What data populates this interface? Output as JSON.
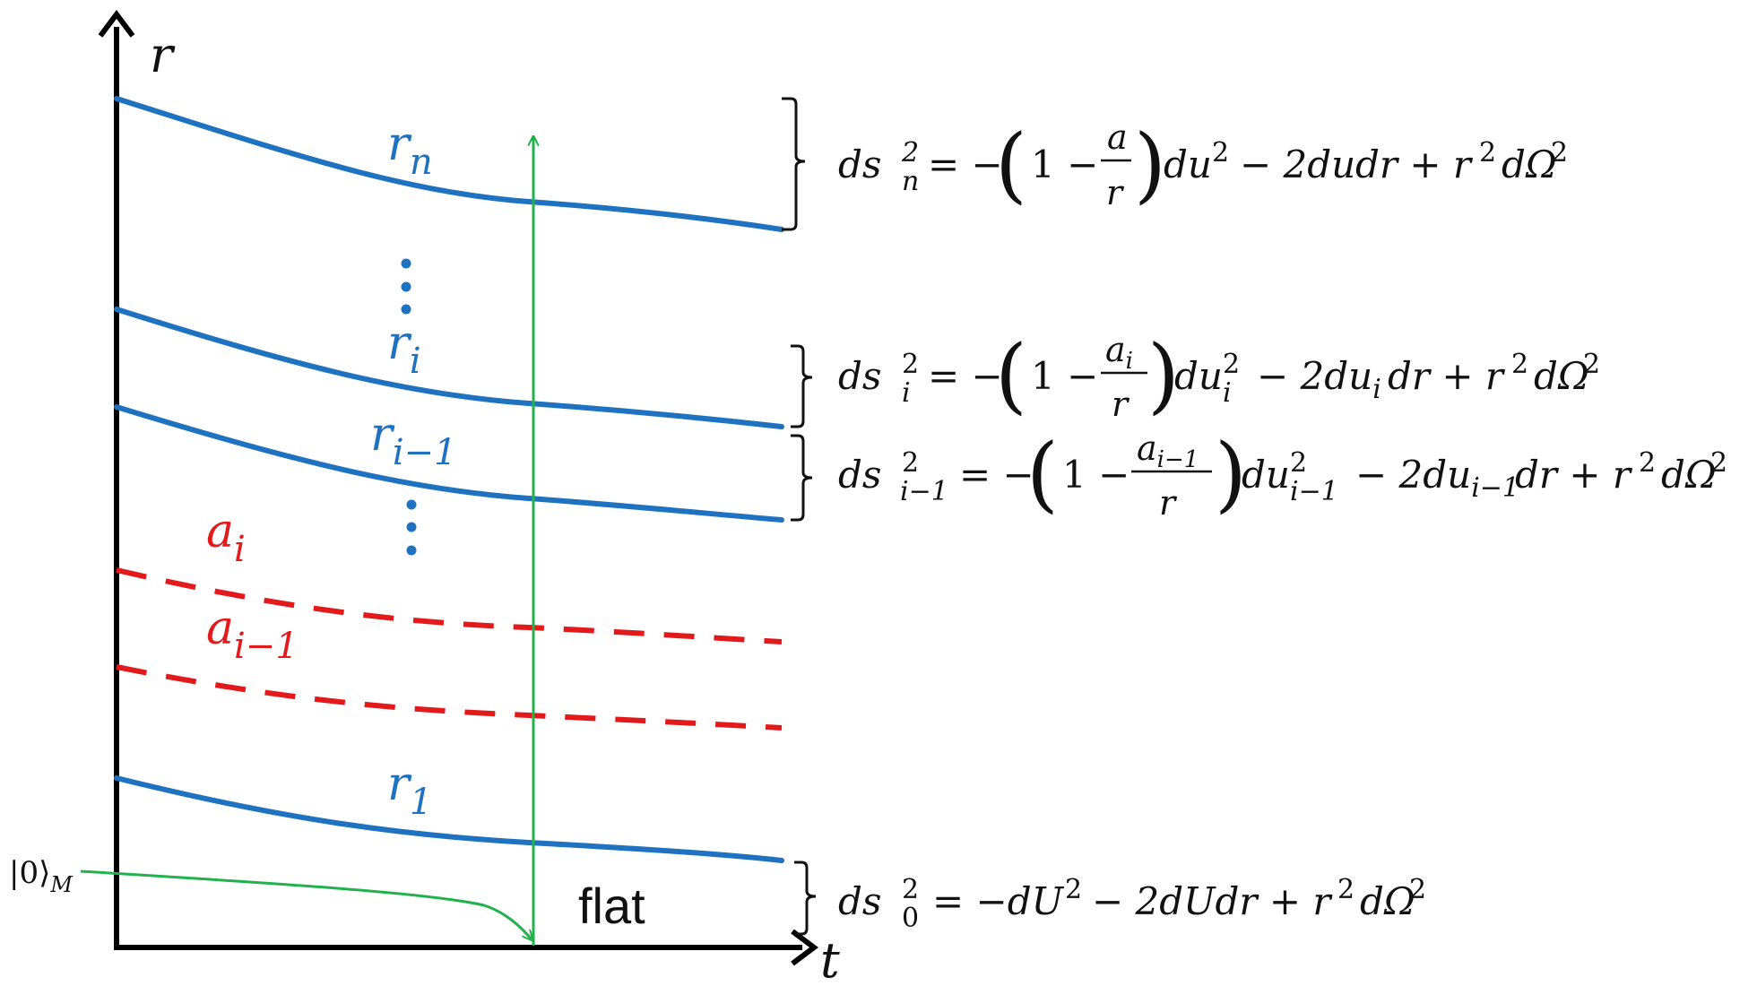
{
  "colors": {
    "axis": "#000000",
    "shell": "#1f72c0",
    "horizon": "#e31a1c",
    "ray": "#22b14c",
    "text": "#111111"
  },
  "axes": {
    "y_label": "r",
    "x_label": "t"
  },
  "shells": {
    "r_n": {
      "base": "r",
      "sub": "n"
    },
    "r_i": {
      "base": "r",
      "sub": "i"
    },
    "r_i_minus_1": {
      "base": "r",
      "sub": "i−1"
    },
    "r_1": {
      "base": "r",
      "sub": "1"
    }
  },
  "horizons": {
    "a_i": {
      "base": "a",
      "sub": "i"
    },
    "a_i_minus_1": {
      "base": "a",
      "sub": "i−1"
    }
  },
  "vacuum": {
    "ket": "|0⟩",
    "sub": "M"
  },
  "flat_label": "flat",
  "metrics": {
    "n": {
      "lhs": "ds",
      "lhs_sup": "2",
      "lhs_sub": "n",
      "pre": "= −",
      "one": "1 −",
      "frac_num": "a",
      "frac_den": "r",
      "du": "du",
      "du_sup": "2",
      "du_sub": "",
      "rest_a": "− 2du",
      "rest_a_sub": "",
      "rest_b": "dr + r",
      "r_sup": "2",
      "tail": "dΩ",
      "tail_sup": "2"
    },
    "i": {
      "lhs": "ds",
      "lhs_sup": "2",
      "lhs_sub": "i",
      "pre": "= −",
      "one": "1 −",
      "frac_num": "a",
      "frac_num_sub": "i",
      "frac_den": "r",
      "du": "du",
      "du_sup": "2",
      "du_sub": "i",
      "rest_a": "− 2du",
      "rest_a_sub": "i",
      "rest_b": "dr + r",
      "r_sup": "2",
      "tail": "dΩ",
      "tail_sup": "2"
    },
    "i_minus_1": {
      "lhs": "ds",
      "lhs_sup": "2",
      "lhs_sub": "i−1",
      "pre": "= −",
      "one": "1 −",
      "frac_num": "a",
      "frac_num_sub": "i−1",
      "frac_den": "r",
      "du": "du",
      "du_sup": "2",
      "du_sub": "i−1",
      "rest_a": "− 2du",
      "rest_a_sub": "i−1",
      "rest_b": "dr + r",
      "r_sup": "2",
      "tail": "dΩ",
      "tail_sup": "2"
    },
    "zero": {
      "lhs": "ds",
      "lhs_sup": "2",
      "lhs_sub": "0",
      "body": "= −dU",
      "body_sup": "2",
      "mid": "− 2dUdr + r",
      "r_sup": "2",
      "tail": "dΩ",
      "tail_sup": "2"
    }
  }
}
